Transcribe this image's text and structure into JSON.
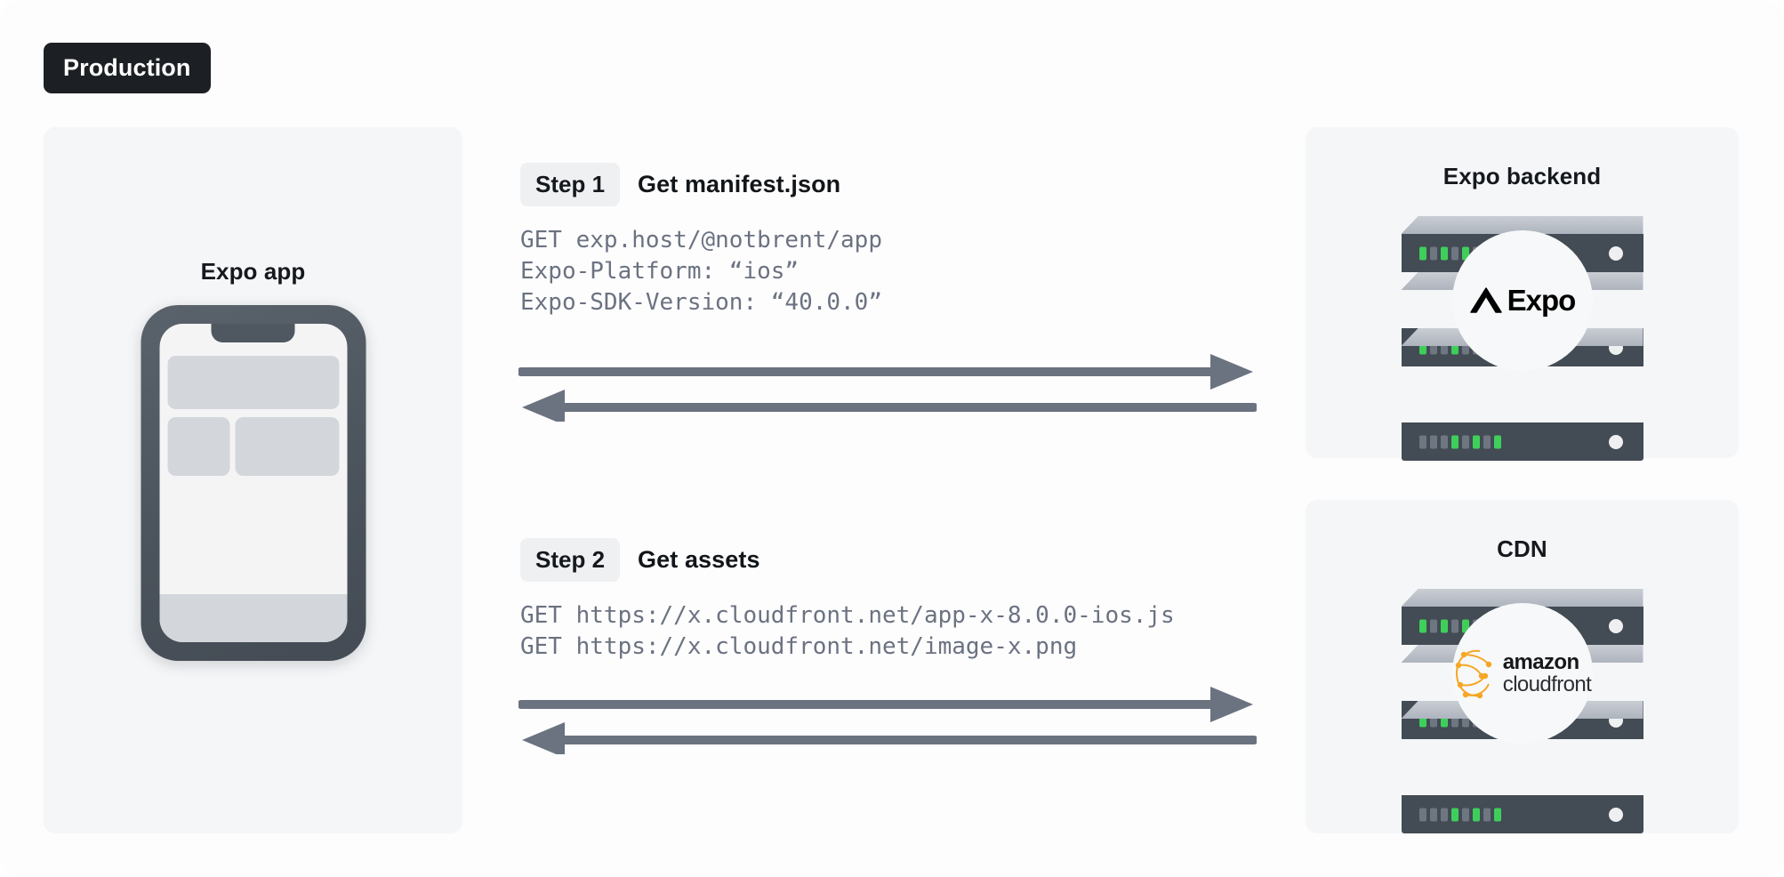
{
  "badge": {
    "label": "Production"
  },
  "panels": {
    "app": {
      "title": "Expo app"
    },
    "backend": {
      "title": "Expo backend"
    },
    "cdn": {
      "title": "CDN"
    }
  },
  "steps": [
    {
      "badge": "Step 1",
      "title": "Get manifest.json",
      "code": "GET exp.host/@notbrent/app\nExpo-Platform: “ios”\nExpo-SDK-Version: “40.0.0”",
      "arrow_right": "request-arrow-to-backend",
      "arrow_left": "response-arrow-from-backend"
    },
    {
      "badge": "Step 2",
      "title": "Get assets",
      "code": "GET https://x.cloudfront.net/app-x-8.0.0-ios.js\nGET https://x.cloudfront.net/image-x.png",
      "arrow_right": "request-arrow-to-cdn",
      "arrow_left": "response-arrow-from-cdn"
    }
  ],
  "logos": {
    "expo": {
      "mark": "expo-chevron-icon",
      "word": "Expo"
    },
    "cloudfront": {
      "mark": "cloudfront-cloud-icon",
      "line1": "amazon",
      "line2": "cloudfront"
    }
  },
  "racks": {
    "backend_leds": [
      [
        1,
        0,
        1,
        0,
        1,
        0,
        0,
        0
      ],
      [
        1,
        0,
        0,
        1,
        0,
        0,
        0,
        0
      ],
      [
        0,
        0,
        0,
        1,
        0,
        1,
        0,
        1
      ]
    ],
    "cdn_leds": [
      [
        1,
        0,
        1,
        0,
        1,
        0,
        0,
        0
      ],
      [
        1,
        0,
        1,
        0,
        0,
        0,
        0,
        0
      ],
      [
        0,
        0,
        0,
        1,
        0,
        1,
        0,
        1
      ]
    ]
  },
  "colors": {
    "page_background": "#FDFDFE",
    "panel_background": "#F5F6F8",
    "badge_background": "#1C2024",
    "step_badge_background": "#EFF0F2",
    "text_dark": "#15191E",
    "code_text": "#6B7280",
    "arrow": "#6B7280",
    "rack_body": "#434B54",
    "led_on": "#3ECF5B",
    "led_off": "#6E7681",
    "cloudfront_orange": "#F5A623",
    "phone_frame": "#4B535C",
    "phone_block": "#D3D7DC"
  }
}
